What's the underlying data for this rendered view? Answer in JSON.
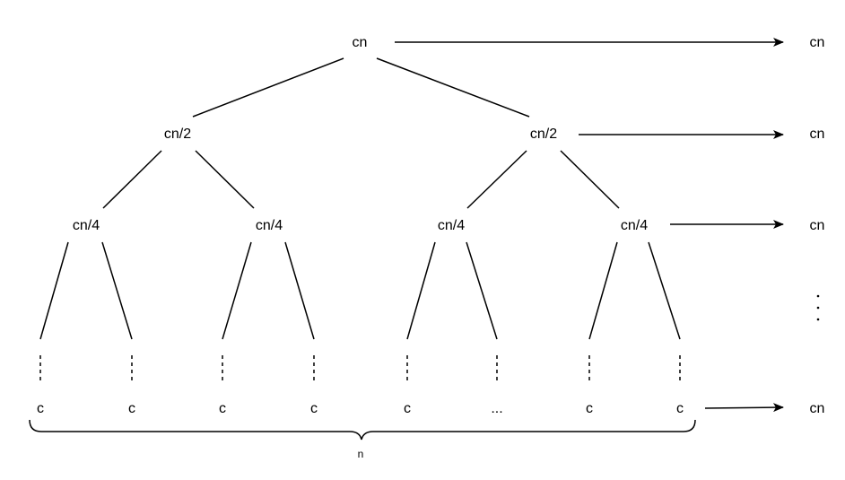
{
  "tree": {
    "root": "cn",
    "level1": [
      "cn/2",
      "cn/2"
    ],
    "level2": [
      "cn/4",
      "cn/4",
      "cn/4",
      "cn/4"
    ],
    "leaves": [
      "c",
      "c",
      "c",
      "c",
      "c",
      "...",
      "c",
      "c"
    ]
  },
  "level_costs": [
    "cn",
    "cn",
    "cn",
    "cn"
  ],
  "brace_label": "n"
}
